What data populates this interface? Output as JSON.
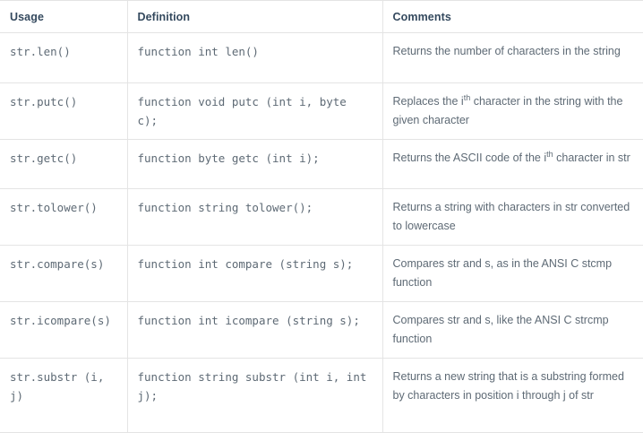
{
  "table": {
    "columns": [
      {
        "key": "usage",
        "label": "Usage"
      },
      {
        "key": "definition",
        "label": "Definition"
      },
      {
        "key": "comments",
        "label": "Comments"
      }
    ],
    "rows": [
      {
        "usage": "str.len()",
        "definition": "function int len()",
        "comments_pre": "Returns the number of characters in the string",
        "comments_sup": "",
        "comments_post": ""
      },
      {
        "usage": "str.putc()",
        "definition": "function void putc (int i, byte c);",
        "comments_pre": "Replaces the i",
        "comments_sup": "th",
        "comments_post": " character in the string with the given character"
      },
      {
        "usage": "str.getc()",
        "definition": "function byte getc (int i);",
        "comments_pre": "Returns the ASCII code of the i",
        "comments_sup": "th",
        "comments_post": " character in str"
      },
      {
        "usage": "str.tolower()",
        "definition": "function string tolower();",
        "comments_pre": "Returns a string with characters in str converted to lowercase",
        "comments_sup": "",
        "comments_post": ""
      },
      {
        "usage": "str.compare(s)",
        "definition": "function int compare (string s);",
        "comments_pre": "Compares str and s, as in the ANSI C stcmp function",
        "comments_sup": "",
        "comments_post": ""
      },
      {
        "usage": "str.icompare(s)",
        "definition": "function int icompare (string s);",
        "comments_pre": "Compares str and s, like the ANSI C strcmp function",
        "comments_sup": "",
        "comments_post": ""
      },
      {
        "usage": "str.substr (i, j)",
        "definition": "function string substr (int i, int j);",
        "comments_pre": "Returns a new string that is a substring formed by characters in position i through j of str",
        "comments_sup": "",
        "comments_post": ""
      }
    ]
  },
  "colors": {
    "border": "#e4e4e4",
    "header_text": "#34495e",
    "body_text": "#5e6a75",
    "mono_text": "#3d4650",
    "background": "#ffffff"
  }
}
